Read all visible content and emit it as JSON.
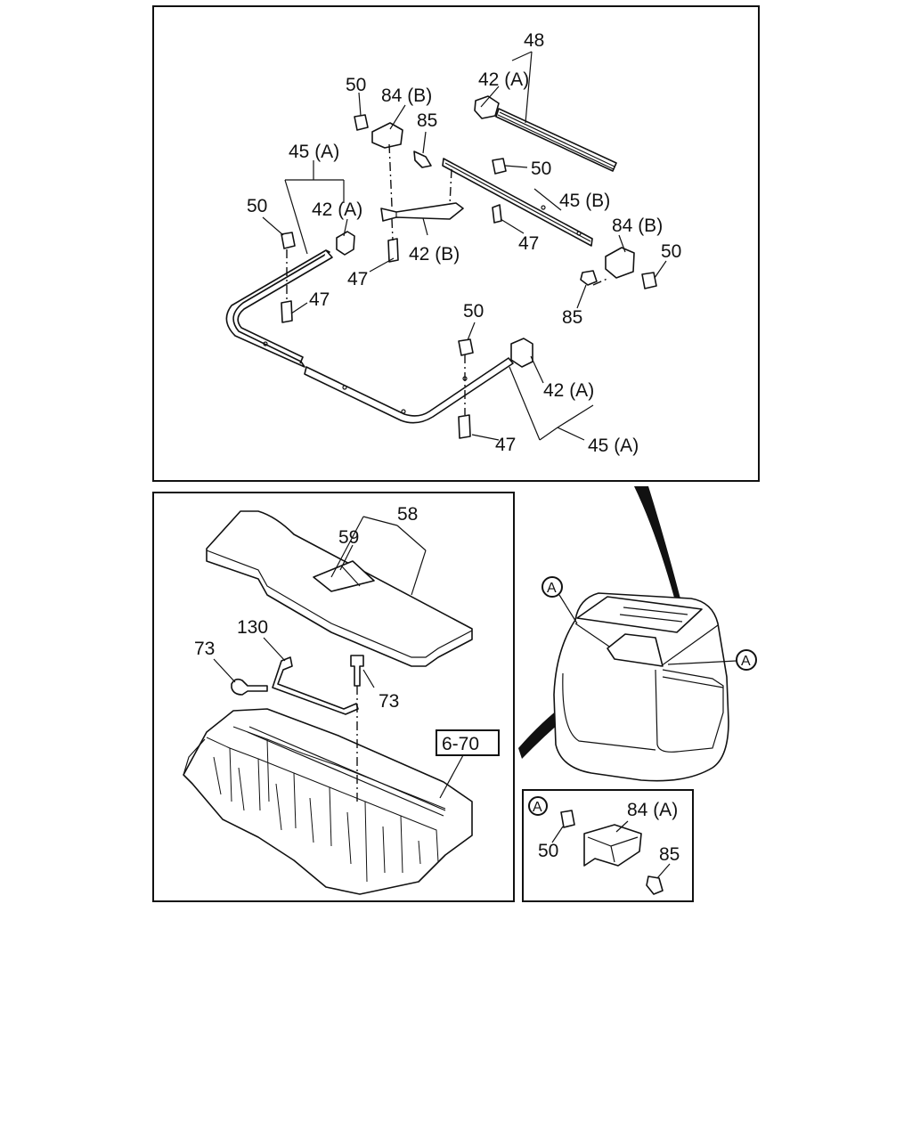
{
  "upper_panel": {
    "callouts": {
      "c48": "48",
      "c42a_top": "42 (A)",
      "c50_top": "50",
      "c84b_top": "84 (B)",
      "c85_top": "85",
      "c45a_left": "45 (A)",
      "c50_mid": "50",
      "c45b": "45 (B)",
      "c50_left": "50",
      "c42a_left": "42 (A)",
      "c47_center": "47",
      "c42b": "42 (B)",
      "c84b_right": "84 (B)",
      "c50_right": "50",
      "c47_left_top": "47",
      "c47_left": "47",
      "c85_right": "85",
      "c50_bottom": "50",
      "c42a_bottom": "42 (A)",
      "c47_bottom": "47",
      "c45a_bottom": "45 (A)"
    }
  },
  "lower_left_panel": {
    "callouts": {
      "c58": "58",
      "c59": "59",
      "c130": "130",
      "c73_left": "73",
      "c73_right": "73",
      "ref_box": "6-70"
    }
  },
  "vehicle_view": {
    "markers": {
      "a_left": "A",
      "a_right": "A"
    }
  },
  "detail_a_panel": {
    "marker": "A",
    "callouts": {
      "c84a": "84 (A)",
      "c50": "50",
      "c85": "85"
    }
  }
}
